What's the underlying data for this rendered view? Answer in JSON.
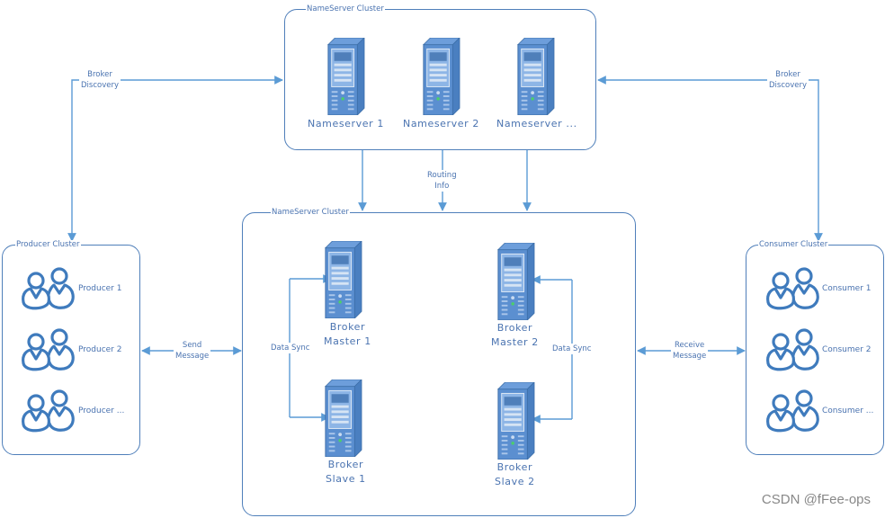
{
  "diagram": {
    "colors": {
      "border": "#4f7fba",
      "arrow": "#5b9bd5",
      "text": "#4a73b0",
      "server_body": "#5b8fd0",
      "server_dark": "#3c6ea8",
      "user_icon": "#3f7bbd",
      "watermark": "#888888"
    },
    "nameserver_cluster": {
      "title": "NameServer Cluster",
      "nodes": [
        {
          "label": "Nameserver 1",
          "icon": "server-icon"
        },
        {
          "label": "Nameserver 2",
          "icon": "server-icon"
        },
        {
          "label": "Nameserver ...",
          "icon": "server-icon"
        }
      ]
    },
    "broker_cluster": {
      "title": "NameServer Cluster",
      "nodes": [
        {
          "label_line1": "Broker",
          "label_line2": "Master 1",
          "icon": "server-icon"
        },
        {
          "label_line1": "Broker",
          "label_line2": "Slave 1",
          "icon": "server-icon"
        },
        {
          "label_line1": "Broker",
          "label_line2": "Master 2",
          "icon": "server-icon"
        },
        {
          "label_line1": "Broker",
          "label_line2": "Slave 2",
          "icon": "server-icon"
        }
      ],
      "sync_labels": [
        "Data Sync",
        "Data Sync"
      ]
    },
    "producer_cluster": {
      "title": "Producer Cluster",
      "items": [
        {
          "label": "Producer 1",
          "icon": "users-icon"
        },
        {
          "label": "Producer 2",
          "icon": "users-icon"
        },
        {
          "label": "Producer ...",
          "icon": "users-icon"
        }
      ]
    },
    "consumer_cluster": {
      "title": "Consumer Cluster",
      "items": [
        {
          "label": "Consumer 1",
          "icon": "users-icon"
        },
        {
          "label": "Consumer 2",
          "icon": "users-icon"
        },
        {
          "label": "Consumer ...",
          "icon": "users-icon"
        }
      ]
    },
    "edges": {
      "broker_discovery_left": {
        "line1": "Broker",
        "line2": "Discovery"
      },
      "broker_discovery_right": {
        "line1": "Broker",
        "line2": "Discovery"
      },
      "routing_info": {
        "line1": "Routing",
        "line2": "Info"
      },
      "send_message": {
        "line1": "Send",
        "line2": "Message"
      },
      "receive_message": {
        "line1": "Receive",
        "line2": "Message"
      }
    },
    "watermark": "CSDN @fFee-ops"
  }
}
